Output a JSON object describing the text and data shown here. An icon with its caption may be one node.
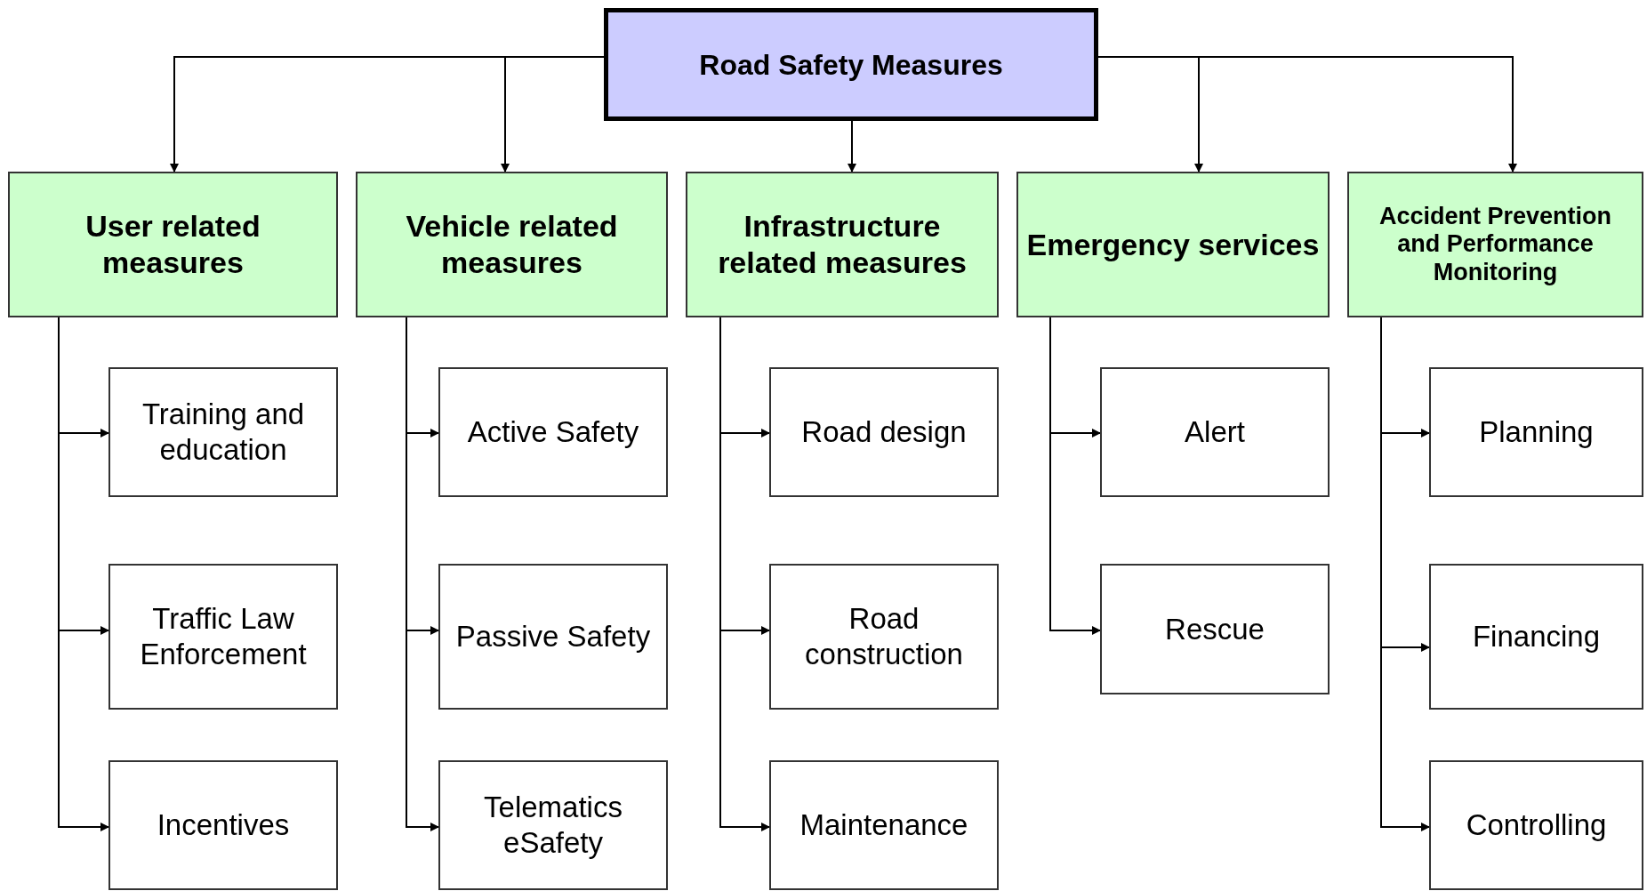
{
  "diagram": {
    "nodes": [
      {
        "text": [
          "Road Safety Measures"
        ]
      },
      {
        "text": [
          "User related measures"
        ]
      },
      {
        "text": [
          "Vehicle related measures"
        ]
      },
      {
        "text": [
          "Infrastructure related measures"
        ]
      },
      {
        "text": [
          "Emergency services"
        ]
      },
      {
        "text": [
          "Accident Prevention and Performance Monitoring"
        ]
      },
      {
        "text": [
          "Training and education"
        ]
      },
      {
        "text": [
          "Traffic Law Enforcement"
        ]
      },
      {
        "text": [
          "Incentives"
        ]
      },
      {
        "text": [
          "Active Safety"
        ]
      },
      {
        "text": [
          "Passive Safety"
        ]
      },
      {
        "text": [
          "Telematics eSafety"
        ]
      },
      {
        "text": [
          "Road design"
        ]
      },
      {
        "text": [
          "Road construction"
        ]
      },
      {
        "text": [
          "Maintenance"
        ]
      },
      {
        "text": [
          "Alert"
        ]
      },
      {
        "text": [
          "Rescue"
        ]
      },
      {
        "text": [
          "Planning"
        ]
      },
      {
        "text": [
          "Financing"
        ]
      },
      {
        "text": [
          "Controlling"
        ]
      }
    ],
    "edges": [
      {
        "from": 0,
        "to": 1,
        "arrow": "to"
      },
      {
        "from": 0,
        "to": 2,
        "arrow": "to"
      },
      {
        "from": 0,
        "to": 3,
        "arrow": "to"
      },
      {
        "from": 0,
        "to": 4,
        "arrow": "to"
      },
      {
        "from": 0,
        "to": 5,
        "arrow": "to"
      },
      {
        "from": 1,
        "to": 6,
        "arrow": "to"
      },
      {
        "from": 1,
        "to": 7,
        "arrow": "to"
      },
      {
        "from": 1,
        "to": 8,
        "arrow": "to"
      },
      {
        "from": 2,
        "to": 9,
        "arrow": "to"
      },
      {
        "from": 2,
        "to": 10,
        "arrow": "to"
      },
      {
        "from": 2,
        "to": 11,
        "arrow": "to"
      },
      {
        "from": 3,
        "to": 12,
        "arrow": "to"
      },
      {
        "from": 3,
        "to": 13,
        "arrow": "to"
      },
      {
        "from": 3,
        "to": 14,
        "arrow": "to"
      },
      {
        "from": 4,
        "to": 15,
        "arrow": "to"
      },
      {
        "from": 4,
        "to": 16,
        "arrow": "to"
      },
      {
        "from": 5,
        "to": 17,
        "arrow": "to"
      },
      {
        "from": 5,
        "to": 18,
        "arrow": "to"
      },
      {
        "from": 5,
        "to": 19,
        "arrow": "to"
      }
    ]
  }
}
